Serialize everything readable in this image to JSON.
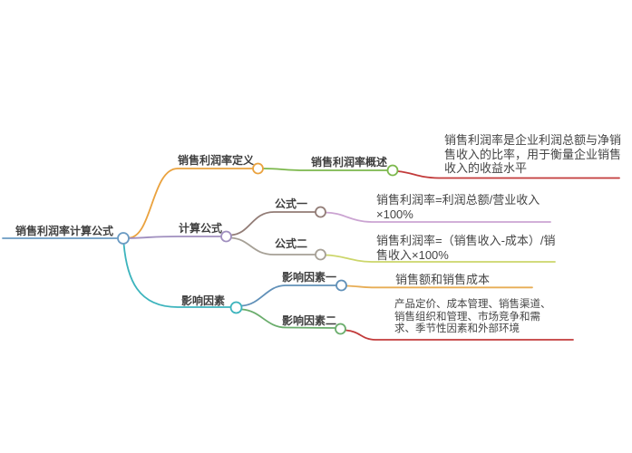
{
  "canvas": {
    "background": "#ffffff",
    "text_color": "#3f3f3f"
  },
  "mindmap": {
    "root": {
      "label": "销售利润率计算公式",
      "color": "#6b9bc3"
    },
    "branches": [
      {
        "label": "销售利润率定义",
        "color": "#eaa23e",
        "children": [
          {
            "label": "销售利润率概述",
            "color": "#7cb84c",
            "children": [
              {
                "text": "销售利润率是企业利润总额与净销售收入的比率，用于衡量企业销售收入的收益水平",
                "color": "#c23b3b"
              }
            ]
          }
        ]
      },
      {
        "label": "计算公式",
        "color": "#a08fbf",
        "children": [
          {
            "label": "公式一",
            "color": "#927c76",
            "children": [
              {
                "text": "销售利润率=利润总额/营业收入×100%",
                "color": "#cba4d2"
              }
            ]
          },
          {
            "label": "公式二",
            "color": "#a6a096",
            "children": [
              {
                "text": "销售利润率=（销售收入-成本）/销售收入×100%",
                "color": "#ccd66b"
              }
            ]
          }
        ]
      },
      {
        "label": "影响因素",
        "color": "#3cb4bd",
        "children": [
          {
            "label": "影响因素一",
            "color": "#6090b8",
            "children": [
              {
                "text": "销售额和销售成本",
                "color": "#e7ad55"
              }
            ]
          },
          {
            "label": "影响因素二",
            "color": "#6aad6c",
            "children": [
              {
                "text": "产品定价、成本管理、销售渠道、销售组织和管理、市场竞争和需求、季节性因素和外部环境",
                "color": "#c23b3b"
              }
            ]
          }
        ]
      }
    ]
  }
}
